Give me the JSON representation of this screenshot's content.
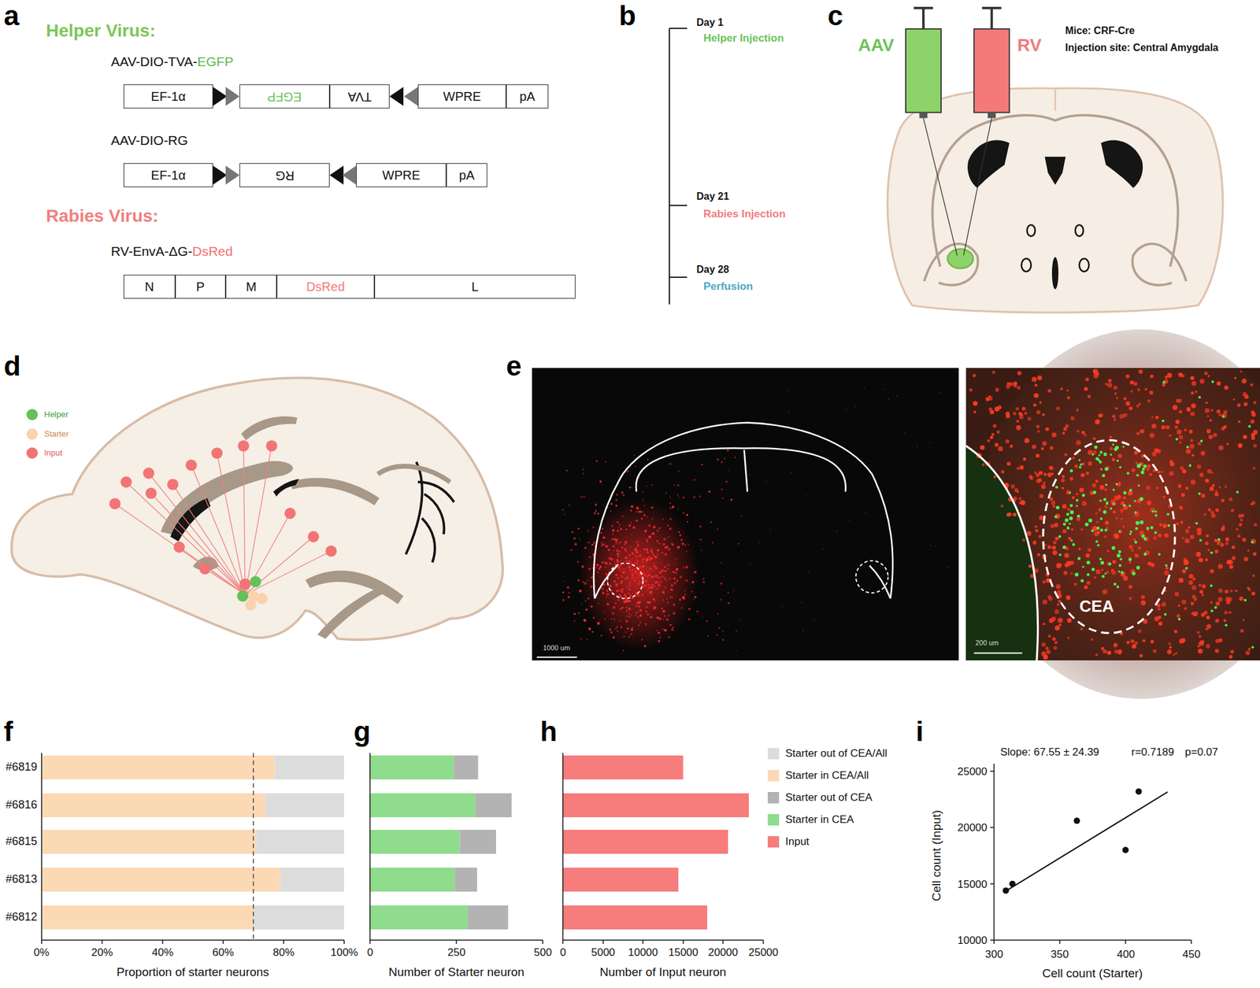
{
  "diagram": {
    "nodes": [
      {
        "text": [
          "EF-1α"
        ]
      },
      {
        "text": [
          "EGFP"
        ]
      },
      {
        "text": [
          "TVA"
        ]
      },
      {
        "text": [
          "WPRE"
        ]
      },
      {
        "text": [
          "pA"
        ]
      },
      {
        "text": [
          "EF-1α"
        ]
      },
      {
        "text": [
          "RG"
        ]
      },
      {
        "text": [
          "WPRE"
        ]
      },
      {
        "text": [
          "pA"
        ]
      },
      {
        "text": [
          "N"
        ]
      },
      {
        "text": [
          "P"
        ]
      },
      {
        "text": [
          "M"
        ]
      },
      {
        "text": [
          "DsRed"
        ]
      },
      {
        "text": [
          "L"
        ]
      }
    ],
    "labels": [
      "a",
      "Helper Virus:",
      "AAV-DIO-TVA-",
      "EGFP",
      "AAV-DIO-RG",
      "Rabies Virus:",
      "RV-EnvA-ΔG-",
      "DsRed",
      "b",
      "Day 1",
      "Helper Injection",
      "Day 21",
      "Rabies Injection",
      "Day 28",
      "Perfusion",
      "c",
      "AAV",
      "RV",
      "Mice: CRF-Cre",
      "Injection site: Central Amygdala",
      "d",
      "e",
      "1000 um",
      "200 um",
      "CEA",
      "f",
      "#6819",
      "#6816",
      "#6815",
      "#6813",
      "#6812",
      "0%",
      "20%",
      "40%",
      "60%",
      "80%",
      "100%",
      "Proportion of starter neurons",
      "g",
      "0",
      "250",
      "500",
      "Number of Starter neuron",
      "h",
      "0",
      "5000",
      "10000",
      "15000",
      "20000",
      "25000",
      "Number of Input neuron",
      "i",
      "Slope: 67.55 ± 24.39",
      "r=0.7189",
      "p=0.07",
      "25000",
      "20000",
      "15000",
      "10000",
      "Cell count (Input)",
      "300",
      "350",
      "400",
      "450",
      "Cell count (Starter)"
    ],
    "legend": [
      {
        "text": "Helper",
        "color": "#66c15a"
      },
      {
        "text": "Starter",
        "color": "#f9d3ad"
      },
      {
        "text": "Input",
        "color": "#f27474"
      },
      {
        "text": "Starter out of CEA/All",
        "color": "#dcdcdc"
      },
      {
        "text": "Starter in CEA/All",
        "color": "#fcd9b5"
      },
      {
        "text": "Starter out of CEA",
        "color": "#b3b3b3"
      },
      {
        "text": "Starter in CEA",
        "color": "#8fdc8c"
      },
      {
        "text": "Input",
        "color": "#f77c7c"
      }
    ]
  }
}
